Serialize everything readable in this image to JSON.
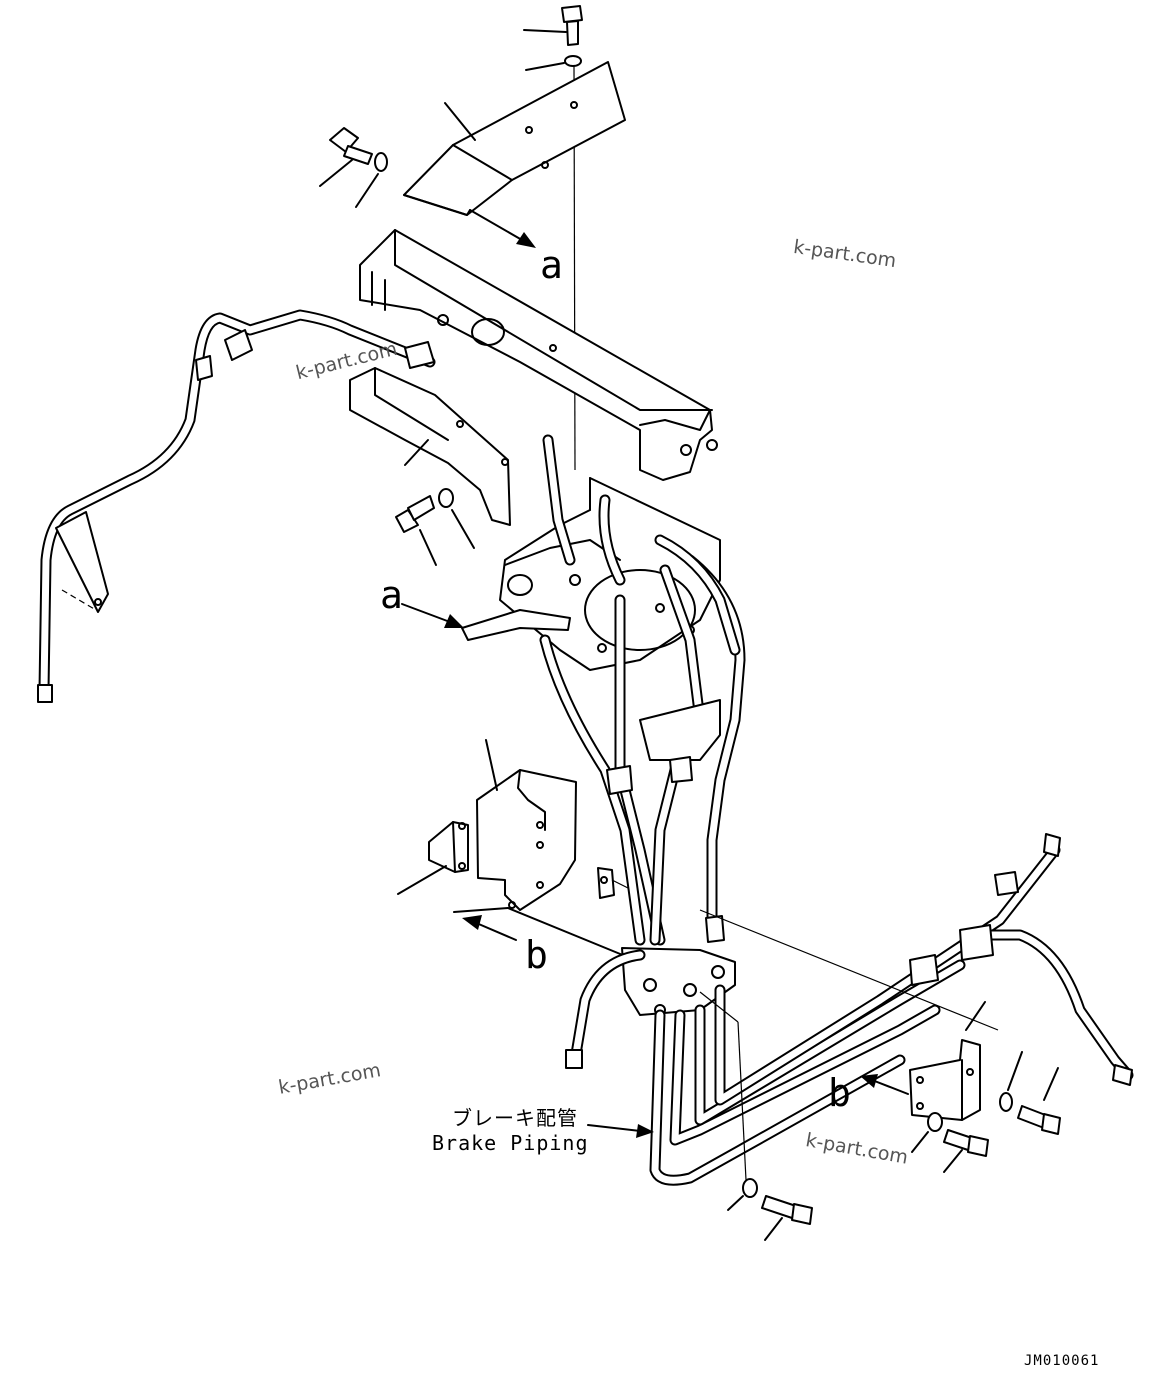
{
  "callouts": {
    "a_top": "a",
    "a_side": "a",
    "b_left": "b",
    "b_right": "b"
  },
  "watermarks": [
    "k-part.com",
    "k-part.com",
    "k-part.com",
    "k-part.com"
  ],
  "brake_piping": {
    "jp": "ブレーキ配管",
    "en": "Brake Piping"
  },
  "drawing_code": "JM010061"
}
